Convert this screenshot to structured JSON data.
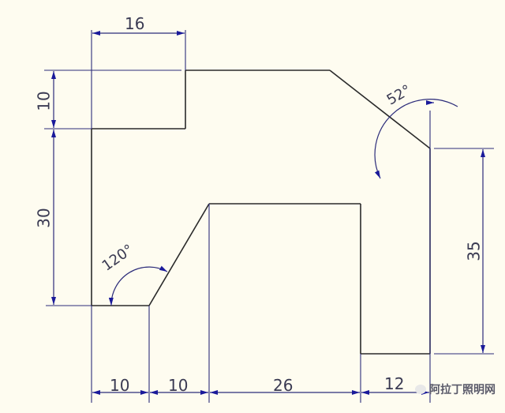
{
  "drawing": {
    "type": "CAD dimensioned part drawing",
    "colors": {
      "background": "#fefcf0",
      "outline": "#2a2a2a",
      "dimension_line": "#2c2c7a",
      "arrow": "#1a1a9a",
      "text": "#3a3a52"
    },
    "dimensions": {
      "top_width": "16",
      "left_top_height": "10",
      "left_height": "30",
      "right_height": "35",
      "bottom_1": "10",
      "bottom_2": "10",
      "bottom_3": "26",
      "bottom_4": "12"
    },
    "angles": {
      "lower_left": "120°",
      "upper_right": "52°"
    }
  },
  "watermark": {
    "text": "阿拉丁照明网",
    "icon": "wechat-icon"
  }
}
